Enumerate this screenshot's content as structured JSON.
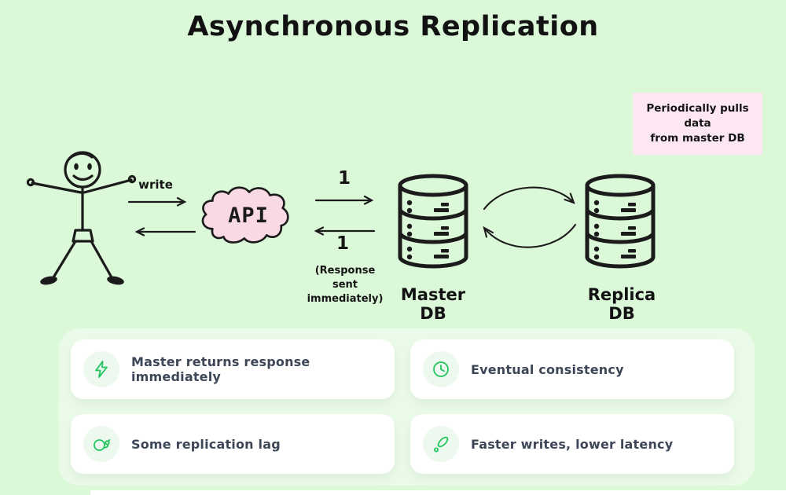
{
  "title": "Asynchronous Replication",
  "note": {
    "line1": "Periodically pulls data",
    "line2": "from master DB"
  },
  "flow": {
    "write_label": "write",
    "api_label": "API",
    "request_step": "1",
    "response_step": "1",
    "response_note_line1": "(Response sent",
    "response_note_line2": "immediately)",
    "master_label": "Master DB",
    "replica_label": "Replica DB"
  },
  "cards": [
    {
      "icon": "lightning-icon",
      "label": "Master returns response immediately"
    },
    {
      "icon": "clock-icon",
      "label": "Eventual consistency"
    },
    {
      "icon": "snail-icon",
      "label": "Some replication lag"
    },
    {
      "icon": "rocket-icon",
      "label": "Faster writes, lower latency"
    }
  ],
  "colors": {
    "background": "#dbf8d8",
    "panel": "rgba(255,255,255,0.45)",
    "card_background": "#ffffff",
    "note_background": "#fce7f3",
    "cloud_background": "#f9d9e4",
    "icon_accent": "#22c55e",
    "card_text": "#3d4657",
    "ink": "#1b1b1b"
  }
}
